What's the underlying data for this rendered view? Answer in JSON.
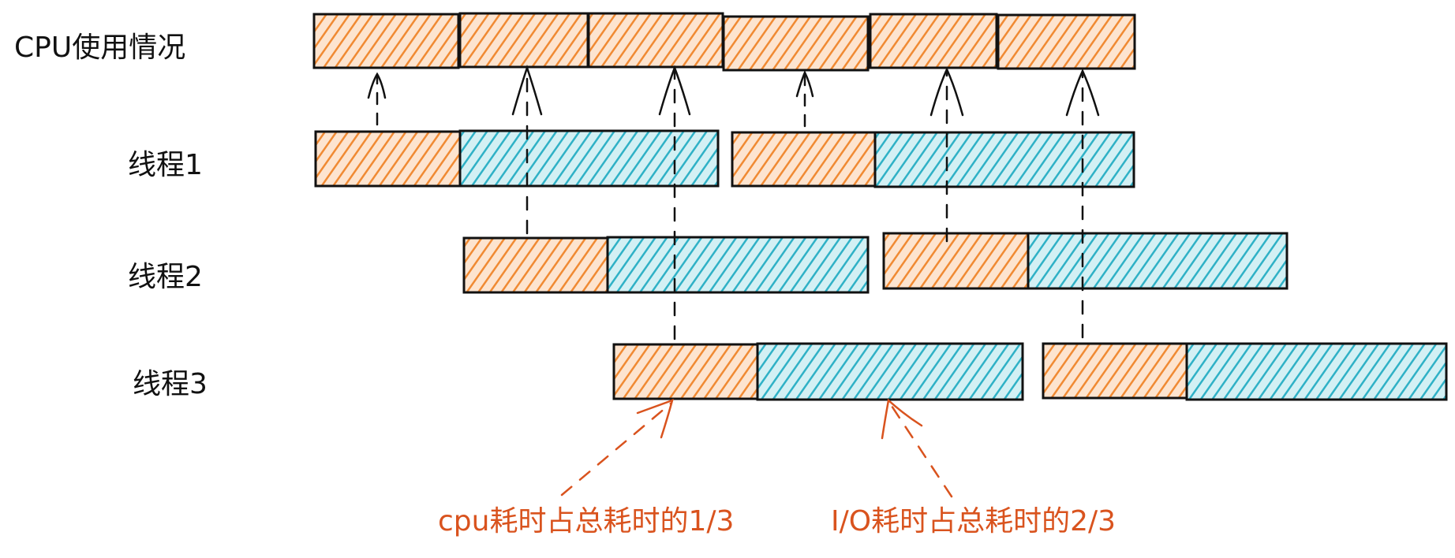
{
  "labels": {
    "cpu": "CPU使用情况",
    "thread1": "线程1",
    "thread2": "线程2",
    "thread3": "线程3"
  },
  "annotations": {
    "cpu_share": "cpu耗时占总耗时的1/3",
    "io_share": "I/O耗时占总耗时的2/3"
  },
  "colors": {
    "cpu_segment": "#f5a15c",
    "io_segment": "#4fc3d4",
    "annotation": "#d9531e",
    "stroke": "#111111"
  },
  "legend_semantics": {
    "orange": "cpu",
    "teal": "io"
  }
}
